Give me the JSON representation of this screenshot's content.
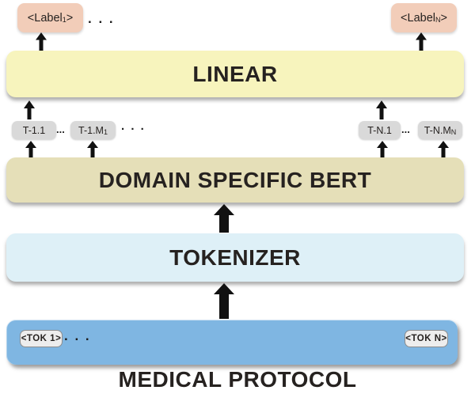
{
  "colors": {
    "label_bg": "#f2cdb9",
    "linear_bg": "#f7f4bd",
    "bert_bg": "#e5dfb8",
    "tokenizer_bg": "#def0f7",
    "input_bg": "#7fb6e2",
    "t_chip_bg": "#d9d9d9",
    "tok_chip_bg": "#ededed",
    "text": "#262220",
    "arrow": "#111111"
  },
  "labels": {
    "left": {
      "pre": "<Label",
      "sub": "1",
      "post": ">"
    },
    "right": {
      "pre": "<Label",
      "sub": "N",
      "post": ">"
    },
    "dots": ". . ."
  },
  "bars": {
    "linear": "LINEAR",
    "bert": "DOMAIN SPECIFIC BERT",
    "tokenizer": "TOKENIZER"
  },
  "t_row": {
    "t11": "T-1.1",
    "dots_a": "...",
    "t1m": {
      "pre": "T-1.M",
      "sub": "1"
    },
    "dots_b": ". . .",
    "tn1": "T-N.1",
    "dots_c": "...",
    "tnm": {
      "pre": "T-N.M",
      "sub": "N"
    }
  },
  "input": {
    "tok1": "<TOK 1>",
    "dots": ". . .",
    "tokn": "<TOK N>"
  },
  "caption": "MEDICAL PROTOCOL"
}
